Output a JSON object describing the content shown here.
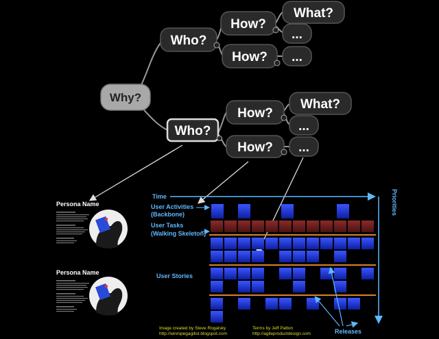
{
  "mindmap": {
    "root": "Why?",
    "branches": [
      {
        "label": "Who?",
        "children": [
          {
            "label": "How?",
            "children": [
              "What?",
              "..."
            ]
          },
          {
            "label": "How?",
            "children": [
              "..."
            ]
          }
        ]
      },
      {
        "label": "Who?",
        "children": [
          {
            "label": "How?",
            "children": [
              "What?",
              "..."
            ]
          },
          {
            "label": "How?",
            "children": [
              "..."
            ]
          }
        ]
      }
    ]
  },
  "personas": [
    {
      "title": "Persona Name"
    },
    {
      "title": "Persona Name"
    }
  ],
  "story_map": {
    "time_label": "Time",
    "priorities_label": "Priorities",
    "user_activities": "User Activities",
    "backbone": "(Backbone)",
    "user_tasks": "User Tasks",
    "walking_skeleton": "(Walking Skeleton)",
    "user_stories": "User Stories",
    "releases_label": "Releases"
  },
  "credits": {
    "image_by": "Image created by Steve Rogalsky",
    "image_url": "http://winnipegagilist.blogspot.com",
    "terms_by": "Terms by Jeff Patton",
    "terms_url": "http://agileproductdesign.com"
  },
  "colors": {
    "background": "#000000",
    "node_dark": "#2a2a2a",
    "node_root": "#a8a8a8",
    "accent_cyan": "#5fb8ff",
    "story_blue": "#1a32d8",
    "task_red": "#7a1e1e",
    "release_orange": "#d9822b",
    "credit_yellow": "#dddd33"
  }
}
